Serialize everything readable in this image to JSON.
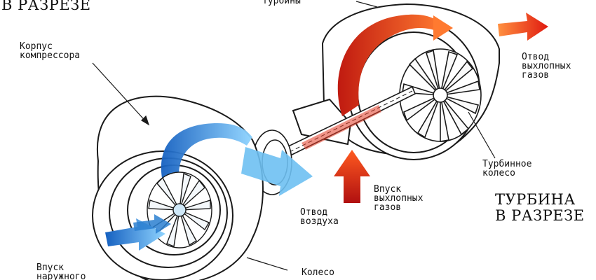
{
  "titles": {
    "top_left_fragment": "В РАЗРЕЗЕ",
    "turbine_cutaway": [
      "ТУРБИНА",
      "В РАЗРЕЗЕ"
    ]
  },
  "labels": {
    "compressor_housing": [
      "Корпус",
      "компрессора"
    ],
    "turbine_top_fragment": "турбины",
    "exhaust_outlet": [
      "Отвод",
      "выхлопных",
      "газов"
    ],
    "turbine_wheel": [
      "Турбинное",
      "колесо"
    ],
    "exhaust_inlet": [
      "Впуск",
      "выхлопных",
      "газов"
    ],
    "air_outlet": [
      "Отвод",
      "воздуха"
    ],
    "outside_air_inlet": [
      "Впуск",
      "наружного"
    ],
    "compressor_wheel": "Колесо"
  },
  "colors": {
    "hot_gas": "#d81e10",
    "cold_air": "#4fa9e6",
    "outline": "#1a1a1a"
  }
}
